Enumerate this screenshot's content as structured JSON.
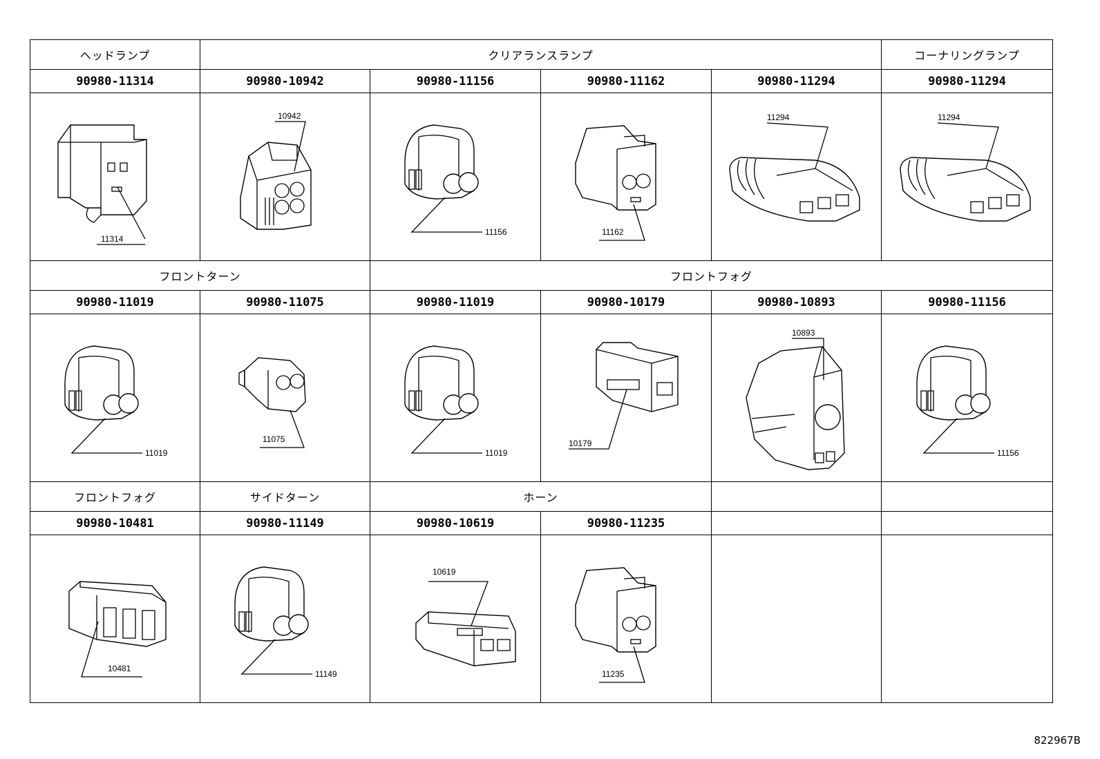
{
  "rows": [
    {
      "categories": [
        {
          "label": "ヘッドランプ",
          "span": 1
        },
        {
          "label": "クリアランスランプ",
          "span": 4
        },
        {
          "label": "コーナリングランプ",
          "span": 1
        }
      ],
      "cells": [
        {
          "part": "90980-11314",
          "callout": "11314",
          "shape": "box"
        },
        {
          "part": "90980-10942",
          "callout": "10942",
          "shape": "quad"
        },
        {
          "part": "90980-11156",
          "callout": "11156",
          "shape": "round2"
        },
        {
          "part": "90980-11162",
          "callout": "11162",
          "shape": "tall2"
        },
        {
          "part": "90980-11294",
          "callout": "11294",
          "shape": "seal3"
        },
        {
          "part": "90980-11294",
          "callout": "11294",
          "shape": "seal3"
        }
      ]
    },
    {
      "categories": [
        {
          "label": "フロントターン",
          "span": 2
        },
        {
          "label": "フロントフォグ",
          "span": 4
        }
      ],
      "cells": [
        {
          "part": "90980-11019",
          "callout": "11019",
          "shape": "round2"
        },
        {
          "part": "90980-11075",
          "callout": "11075",
          "shape": "slim2"
        },
        {
          "part": "90980-11019",
          "callout": "11019",
          "shape": "round2"
        },
        {
          "part": "90980-10179",
          "callout": "10179",
          "shape": "block"
        },
        {
          "part": "90980-10893",
          "callout": "10893",
          "shape": "large"
        },
        {
          "part": "90980-11156",
          "callout": "11156",
          "shape": "round2"
        }
      ]
    },
    {
      "categories": [
        {
          "label": "フロントフォグ",
          "span": 1
        },
        {
          "label": "サイドターン",
          "span": 1
        },
        {
          "label": "ホーン",
          "span": 2
        },
        {
          "label": "",
          "span": 1
        },
        {
          "label": "",
          "span": 1
        }
      ],
      "cells": [
        {
          "part": "90980-10481",
          "callout": "10481",
          "shape": "triple"
        },
        {
          "part": "90980-11149",
          "callout": "11149",
          "shape": "round2"
        },
        {
          "part": "90980-10619",
          "callout": "10619",
          "shape": "flat"
        },
        {
          "part": "90980-11235",
          "callout": "11235",
          "shape": "tall2"
        },
        {
          "part": "",
          "callout": "",
          "shape": "empty"
        },
        {
          "part": "",
          "callout": "",
          "shape": "empty"
        }
      ]
    }
  ],
  "drawing_id": "822967B"
}
